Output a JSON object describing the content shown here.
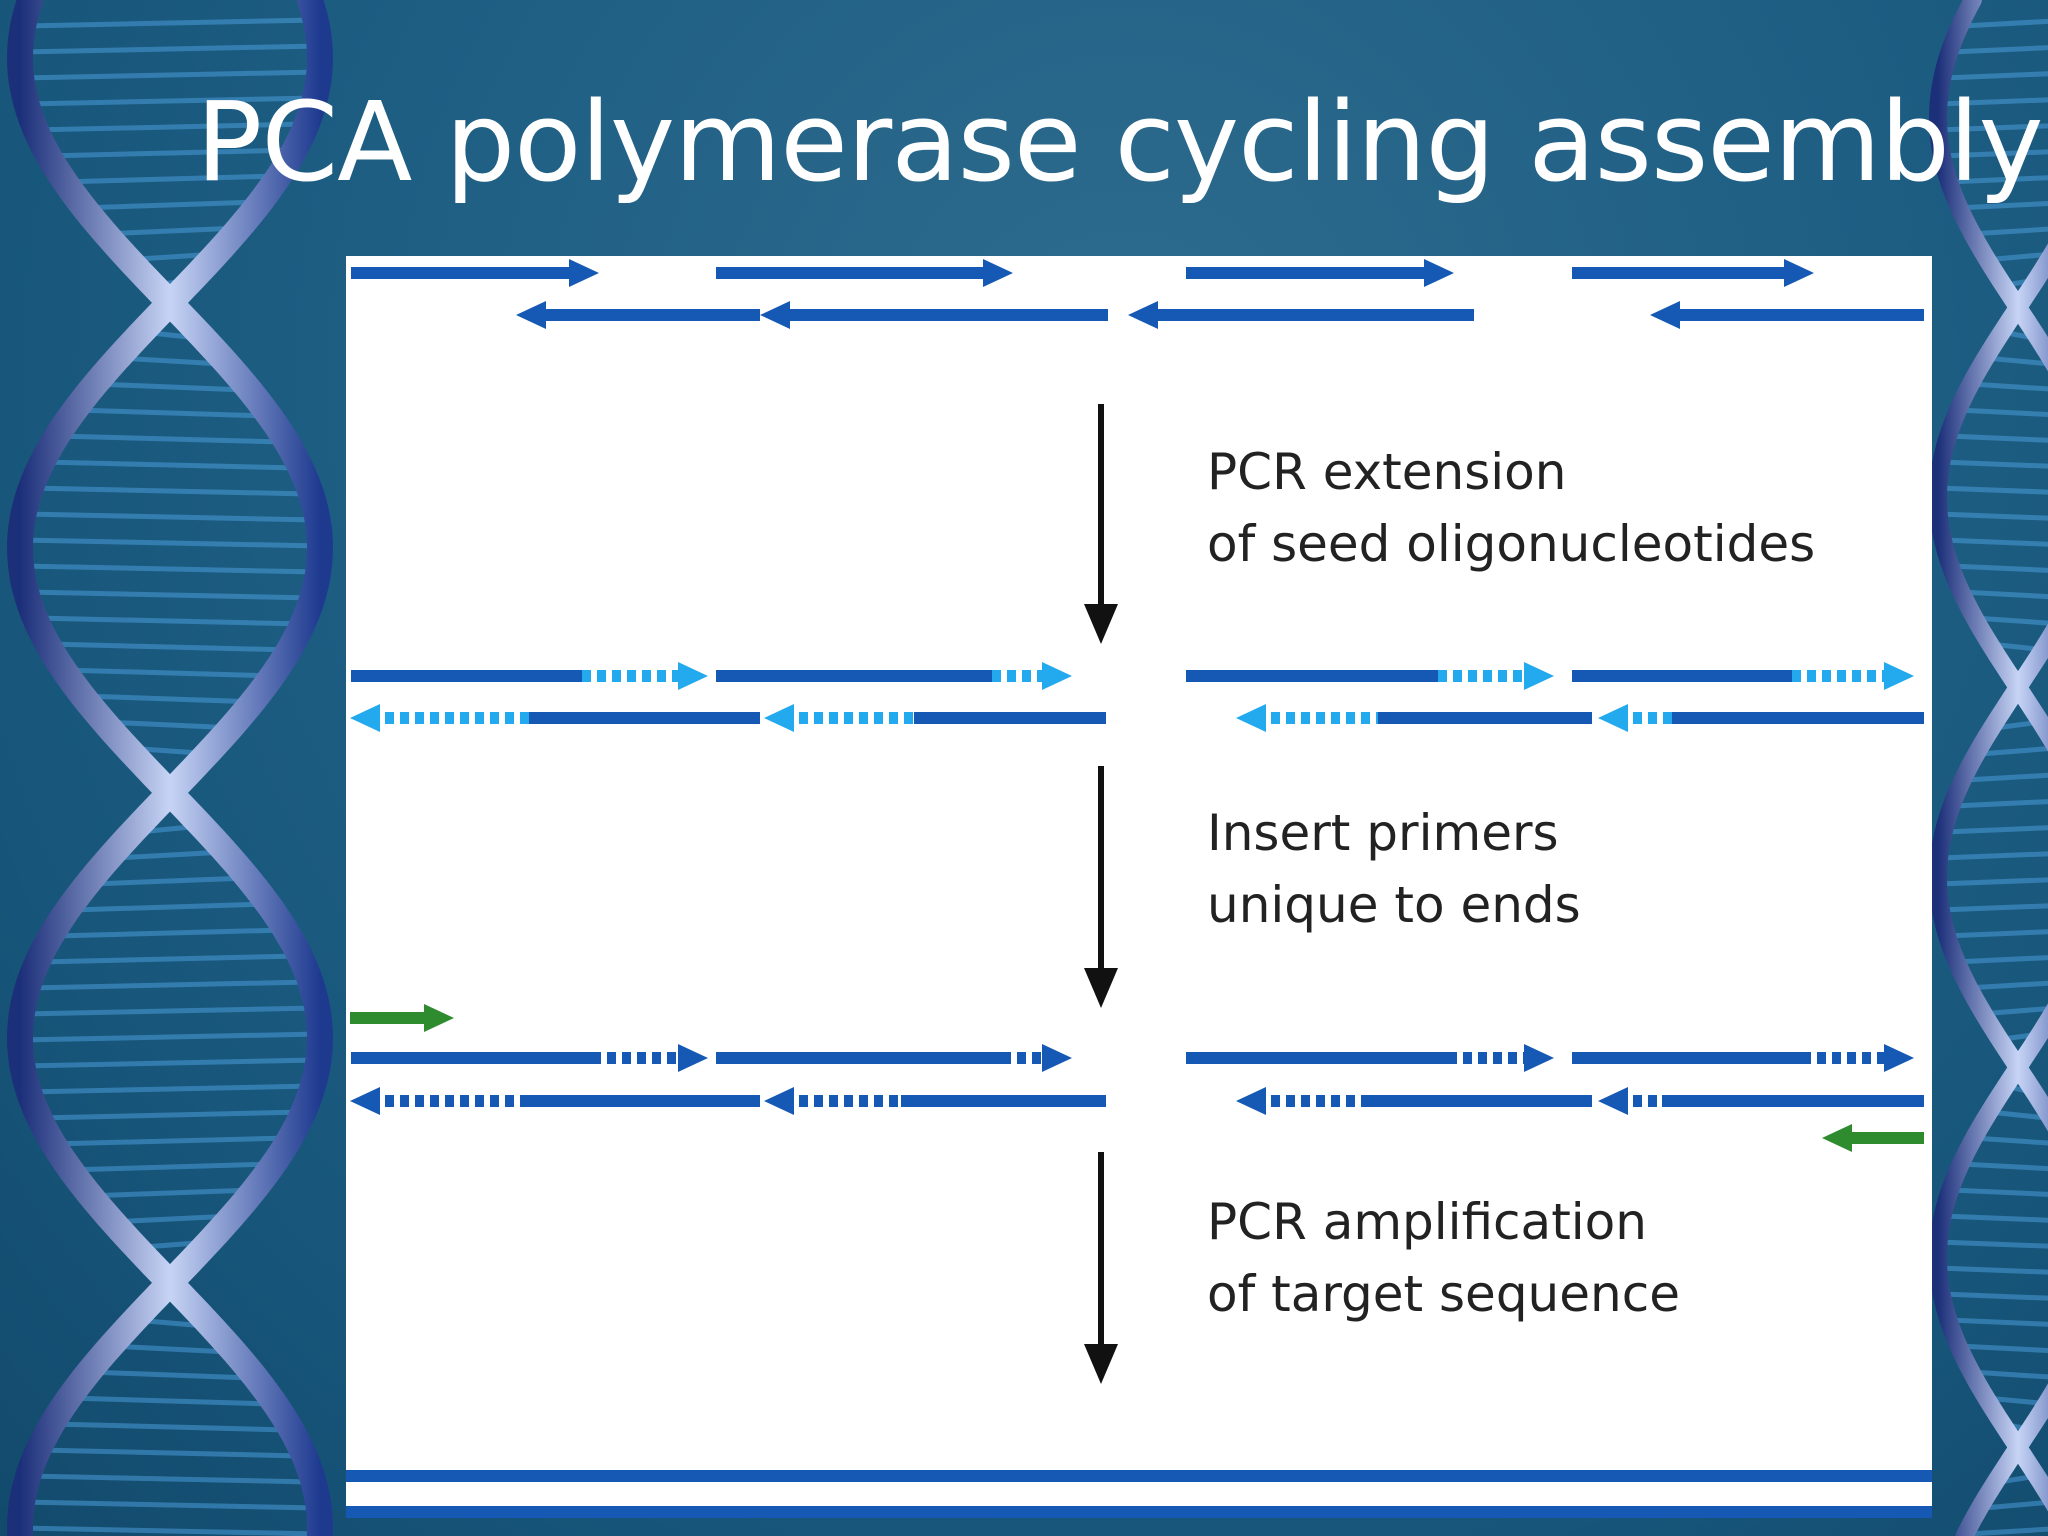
{
  "slide": {
    "title": "PCA polymerase cycling assembly"
  },
  "colors": {
    "strand": "#1559b5",
    "extension": "#22a9ee",
    "primer": "#2e8b2e",
    "arrow": "#111111",
    "panel": "#ffffff"
  },
  "steps": [
    {
      "line1": "PCR extension",
      "line2": "of seed oligonucleotides"
    },
    {
      "line1": "Insert primers",
      "line2": "unique to ends"
    },
    {
      "line1": "PCR amplification",
      "line2": "of target sequence"
    }
  ],
  "icons": {
    "background": "dna-helix-icon",
    "step_arrow": "arrow-down-icon"
  }
}
